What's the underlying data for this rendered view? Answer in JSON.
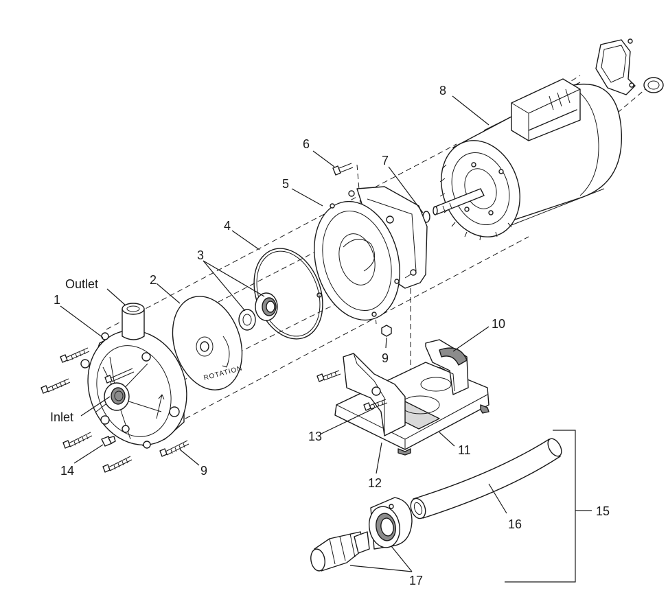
{
  "labels": {
    "outlet": "Outlet",
    "inlet": "Inlet",
    "rotation": "ROTATION",
    "p1": "1",
    "p2": "2",
    "p3": "3",
    "p4": "4",
    "p5": "5",
    "p6": "6",
    "p7": "7",
    "p8": "8",
    "p9a": "9",
    "p9b": "9",
    "p10": "10",
    "p11": "11",
    "p12": "12",
    "p13": "13",
    "p14": "14",
    "p15": "15",
    "p16": "16",
    "p17": "17"
  },
  "colors": {
    "line": "#1a1a1a",
    "background": "#ffffff",
    "shade": "#d9d9d9",
    "dark": "#8c8c8c"
  }
}
